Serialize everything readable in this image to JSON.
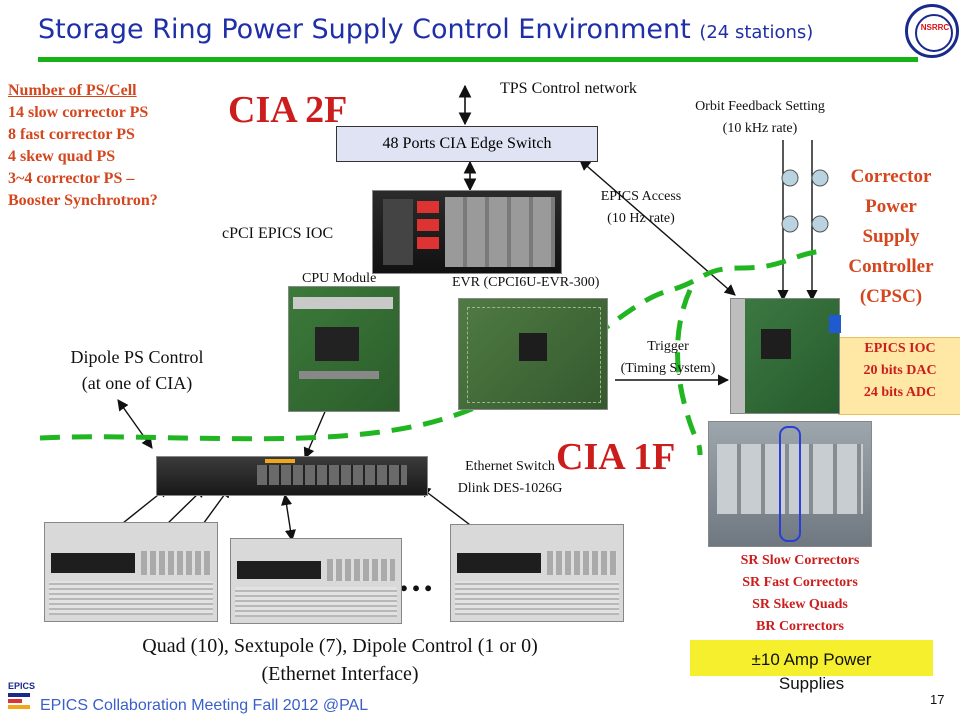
{
  "title": {
    "main": "Storage Ring Power Supply Control Environment",
    "sub": "(24 stations)",
    "logo_text": "NSRRC"
  },
  "ps_list": {
    "header": "Number of PS/Cell",
    "items": [
      "14 slow corrector PS",
      "8 fast corrector PS",
      "4 skew quad PS",
      "3~4 corrector PS –",
      "Booster Synchrotron?"
    ]
  },
  "cia2f": "CIA 2F",
  "cia1f": "CIA 1F",
  "tps_network": "TPS Control network",
  "switch_box": "48 Ports CIA Edge Switch",
  "cpci_ioc": "cPCI EPICS IOC",
  "cpu_module": "CPU Module",
  "evr": "EVR (CPCI6U-EVR-300)",
  "epics_access": {
    "line1": "EPICS Access",
    "line2": "(10 Hz rate)"
  },
  "orbit_feedback": {
    "line1": "Orbit Feedback Setting",
    "line2": "(10 kHz rate)"
  },
  "cpsc": [
    "Corrector",
    "Power",
    "Supply",
    "Controller",
    "(CPSC)"
  ],
  "epics_ioc_box": [
    "EPICS IOC",
    "20 bits DAC",
    "24 bits ADC"
  ],
  "trigger": {
    "line1": "Trigger",
    "line2": "(Timing System)"
  },
  "dipole_ps": {
    "line1": "Dipole PS Control",
    "line2": "(at one of CIA)"
  },
  "ethernet_switch": {
    "line1": "Ethernet Switch",
    "line2": "Dlink DES-1026G"
  },
  "sr_list": [
    "SR Slow Correctors",
    "SR Fast Correctors",
    "SR Skew Quads",
    "BR Correctors"
  ],
  "amp_supplies": {
    "line1": "±10 Amp Power",
    "line2": "Supplies"
  },
  "bottom_text": {
    "line1": "Quad (10), Sextupole (7), Dipole Control (1 or 0)",
    "line2": "(Ethernet Interface)"
  },
  "ellipsis": "…",
  "footer": "EPICS Collaboration Meeting Fall 2012 @PAL",
  "epics_logo": "EPICS",
  "page_number": "17",
  "colors": {
    "title": "#1f2fa8",
    "accent_green": "#16b316",
    "red": "#cc1d1d",
    "orange": "#d4461e",
    "yellow_box": "#f6ef2e",
    "ioc_box": "#ffe7a6"
  }
}
